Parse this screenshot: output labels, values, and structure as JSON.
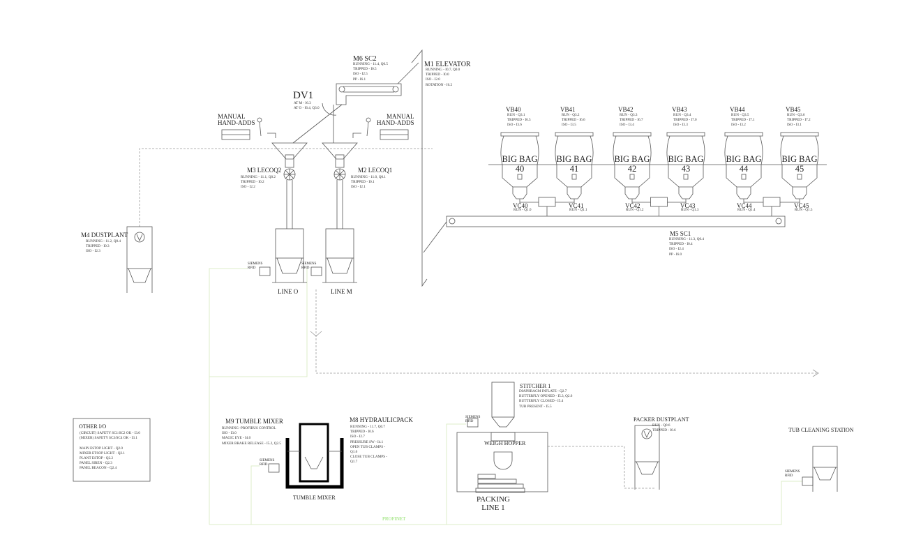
{
  "colors": {
    "line": "#555555",
    "network": "#d9ecc8",
    "profinet": "#8fe06a"
  },
  "m6": {
    "title": "M6 SC2",
    "lines": [
      "RUNNING - 11.4, Q0.5",
      "TRIPPED - I0.5",
      "ISO - I2.5",
      "PP - I6.1"
    ]
  },
  "m1": {
    "title": "M1 ELEVATOR",
    "lines": [
      "RUNNING - I0.7, Q0.0",
      "TRIPPED - I0.0",
      "ISO - I2.0",
      "ROTATION - I6.2"
    ]
  },
  "dv1": {
    "title": "DV1",
    "lines": [
      "AT M - I6.3",
      "AT O - I6.4, Q3.0"
    ]
  },
  "handadds_left": [
    "MANUAL",
    "HAND-ADDS"
  ],
  "handadds_right": [
    "MANUAL",
    "HAND-ADDS"
  ],
  "m3": {
    "title": "M3 LECOQ2",
    "lines": [
      "RUNNING - 11.1, Q0.2",
      "TRIPPED - I0.2",
      "ISO - I2.2"
    ]
  },
  "m2": {
    "title": "M2 LECOQ1",
    "lines": [
      "RUNNING - 11.0, Q0.1",
      "TRIPPED - I0.1",
      "ISO - I2.1"
    ]
  },
  "m4": {
    "title": "M4 DUSTPLANT",
    "lines": [
      "RUNNING - 11.2, Q0.4",
      "TRIPPED - I0.3",
      "ISO - I2.3"
    ]
  },
  "rfid": [
    "SIEMENS",
    "RFID"
  ],
  "line_o": "LINE O",
  "line_m": "LINE M",
  "big_bag_label": "BIG BAG",
  "big_bags": [
    {
      "vb": "VB40",
      "num": "40",
      "lines": [
        "RUN - Q3.1",
        "TRIPPED - I6.5",
        "ISO - I3.6"
      ],
      "vc": "VC40",
      "vc_run": "RUN - Q1.0"
    },
    {
      "vb": "VB41",
      "num": "41",
      "lines": [
        "RUN - Q3.2",
        "TRIPPED - I6.6",
        "ISO - I3.5"
      ],
      "vc": "VC41",
      "vc_run": "RUN - Q1.1"
    },
    {
      "vb": "VB42",
      "num": "42",
      "lines": [
        "RUN - Q3.3",
        "TRIPPED - I6.7",
        "ISO - I3.4"
      ],
      "vc": "VC42",
      "vc_run": "RUN - Q1.2"
    },
    {
      "vb": "VB43",
      "num": "43",
      "lines": [
        "RUN - Q3.4",
        "TRIPPED - I7.0",
        "ISO - I3.3"
      ],
      "vc": "VC43",
      "vc_run": "RUN - Q1.3"
    },
    {
      "vb": "VB44",
      "num": "44",
      "lines": [
        "RUN - Q3.5",
        "TRIPPED - I7.1",
        "ISO - I3.2"
      ],
      "vc": "VC44",
      "vc_run": "RUN - Q1.4"
    },
    {
      "vb": "VB45",
      "num": "45",
      "lines": [
        "RUN - Q3.6",
        "TRIPPED - I7.2",
        "ISO - I3.1"
      ],
      "vc": "VC45",
      "vc_run": "RUN - Q1.5"
    }
  ],
  "m5": {
    "title": "M5 SC1",
    "lines": [
      "RUNNING - 11.3, Q0.4",
      "TRIPPED - I0.4",
      "ISO - I2.4",
      "PP - I6.0"
    ]
  },
  "other_io": {
    "title": "OTHER I/O",
    "lines": [
      "(CIRCUIT) SAFETY SC1/SC2 OK - I3.0",
      "(MIXER) SAFETY SC3/SC4 OK - I3.1",
      "",
      "MAIN ESTOP LIGHT - Q2.0",
      "MIXER ETSOP LIGHT - Q2.1",
      "PLANT ESTOP - Q2.2",
      "PANEL SIREN - Q2.3",
      "PANEL BEACON - Q2.4"
    ]
  },
  "m9": {
    "title": "M9 TUMBLE MIXER",
    "lines": [
      "RUNNING -PROFIBUS CONTROL",
      "ISO - I3.0",
      "MAGIC EYE - I4.0",
      "MIXER BRAKE RELEASE - I5.2, Q2.5"
    ]
  },
  "m8": {
    "title": "M8 HYDRAULICPACK",
    "lines": [
      "RUNNING - 11.7, Q0.7",
      "TRIPPED - I0.6",
      "ISO - I2.7",
      "PRESSURE SW - I4.1",
      "OPEN TUB CLAMPS -",
      "Q1.6",
      "CLOSE TUB CLAMPS -",
      "Q1.7"
    ]
  },
  "tumble_mixer": "TUMBLE MIXER",
  "stitcher": {
    "title": "STITCHER 1",
    "lines": [
      "DIAPHRAGM INFLATE - Q2.7",
      "BUTTERFLY OPENED - I5.3, Q2.6",
      "BUTTERFLY CLOSED - I5.4",
      "TUB PRESENT - I5.5"
    ]
  },
  "weigh_hopper": "WEIGH HOPPER",
  "packing_line": [
    "PACKING",
    "LINE 1"
  ],
  "packer_dustplant": {
    "title": "PACKER DUSTPLANT",
    "lines": [
      "RUN - Q0.6",
      "TRIPPED - I0.6"
    ]
  },
  "tub_cleaning": "TUB CLEANING STATION",
  "profinet": "PROFINET"
}
